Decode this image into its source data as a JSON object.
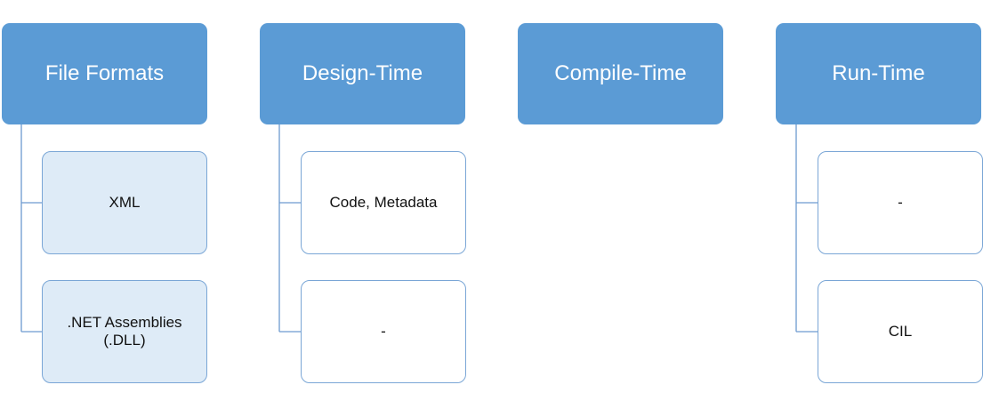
{
  "colors": {
    "header_fill": "#5b9bd5",
    "child_fill_tinted": "#deebf7",
    "child_fill_plain": "#ffffff",
    "child_border": "#7aa6d6",
    "connector": "#6d9ad0"
  },
  "columns": [
    {
      "title": "File Formats",
      "items": [
        {
          "label": "XML",
          "tinted": true
        },
        {
          "label": ".NET Assemblies\n(.DLL)",
          "tinted": true
        }
      ]
    },
    {
      "title": "Design-Time",
      "items": [
        {
          "label": "Code, Metadata",
          "tinted": false
        },
        {
          "label": "-",
          "tinted": false
        }
      ]
    },
    {
      "title": "Compile-Time",
      "items": []
    },
    {
      "title": "Run-Time",
      "items": [
        {
          "label": "-",
          "tinted": false
        },
        {
          "label": "CIL",
          "tinted": false
        }
      ]
    }
  ]
}
